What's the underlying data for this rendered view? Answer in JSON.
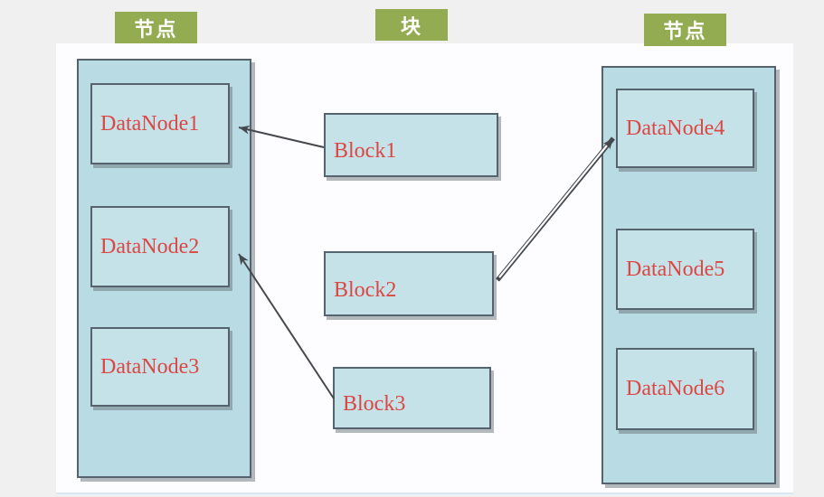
{
  "title": "HDFS block to datanode mapping diagram",
  "labels": {
    "left": "节点",
    "middle": "块",
    "right": "节点"
  },
  "groups": {
    "left": {
      "label": "节点",
      "nodes": [
        "DataNode1",
        "DataNode2",
        "DataNode3"
      ]
    },
    "middle": {
      "label": "块",
      "blocks": [
        "Block1",
        "Block2",
        "Block3"
      ]
    },
    "right": {
      "label": "节点",
      "nodes": [
        "DataNode4",
        "DataNode5",
        "DataNode6"
      ]
    }
  },
  "arrows": [
    {
      "from": "Block1",
      "to": "DataNode1",
      "style": "single-line"
    },
    {
      "from": "Block2",
      "to": "DataNode4",
      "style": "double-line"
    },
    {
      "from": "Block3",
      "to": "DataNode2",
      "style": "single-line"
    }
  ],
  "colors": {
    "page_background": "#f0f0f1",
    "canvas_background": "#fdfdff",
    "label_background": "#93ac52",
    "label_text": "#ffffff",
    "container_fill": "#b9dce4",
    "box_fill": "#c5e2e9",
    "box_border": "#54636e",
    "box_text": "#dc4743",
    "arrow": "#45494d"
  }
}
